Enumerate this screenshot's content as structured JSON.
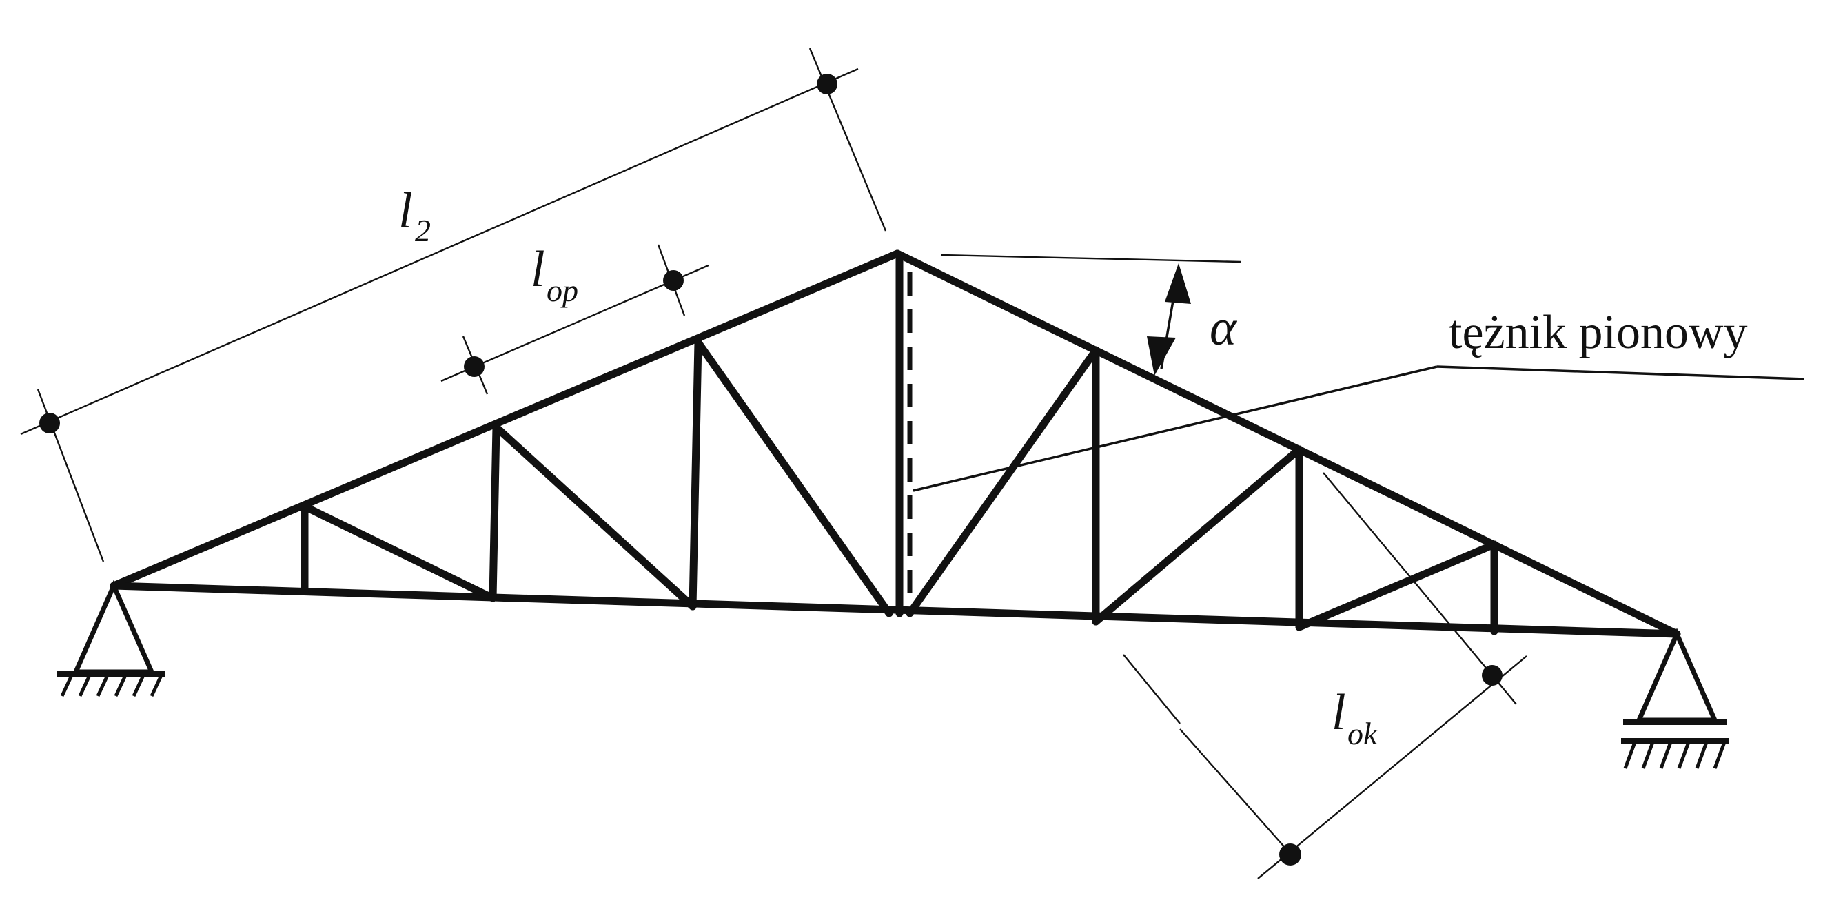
{
  "labels": {
    "l2": {
      "main": "l",
      "sub": "2"
    },
    "lop": {
      "main": "l",
      "sub": "op"
    },
    "lok": {
      "main": "l",
      "sub": "ok"
    },
    "alpha": "α",
    "bracing_label": "tężnik pionowy"
  }
}
